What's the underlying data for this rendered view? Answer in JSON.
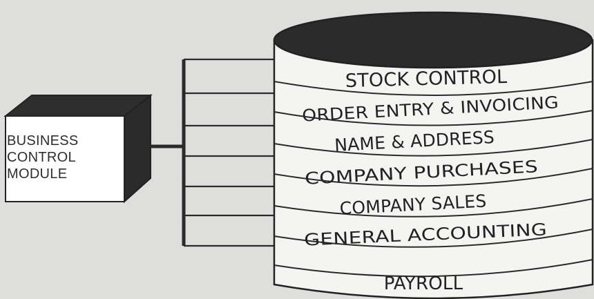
{
  "module": {
    "lines": [
      "BUSINESS",
      "CONTROL",
      "MODULE"
    ]
  },
  "database": {
    "segments": [
      "STOCK CONTROL",
      "ORDER ENTRY & INVOICING",
      "NAME & ADDRESS",
      "COMPANY PURCHASES",
      "COMPANY SALES",
      "GENERAL ACCOUNTING",
      "PAYROLL"
    ]
  },
  "colors": {
    "background": "#dededc",
    "cylinder_top": "#2b2b2b",
    "ink": "#222222",
    "cylinder_body": "#f4f4f2"
  }
}
